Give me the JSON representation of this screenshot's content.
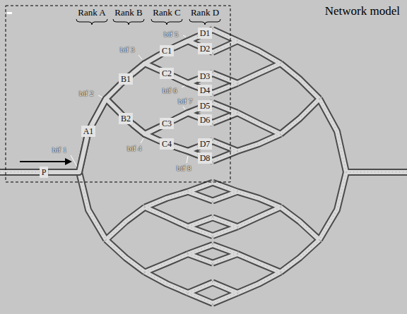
{
  "diagram": {
    "title": "Network model",
    "nodes": [
      {
        "text": [
          "P"
        ]
      },
      {
        "text": [
          "A1"
        ]
      },
      {
        "text": [
          "B1"
        ]
      },
      {
        "text": [
          "B2"
        ]
      },
      {
        "text": [
          "C1"
        ]
      },
      {
        "text": [
          "C2"
        ]
      },
      {
        "text": [
          "C3"
        ]
      },
      {
        "text": [
          "C4"
        ]
      },
      {
        "text": [
          "D1"
        ]
      },
      {
        "text": [
          "D2"
        ]
      },
      {
        "text": [
          "D3"
        ]
      },
      {
        "text": [
          "D4"
        ]
      },
      {
        "text": [
          "D5"
        ]
      },
      {
        "text": [
          "D6"
        ]
      },
      {
        "text": [
          "D7"
        ]
      },
      {
        "text": [
          "D8"
        ]
      }
    ],
    "edges": [
      {
        "from": 0,
        "to": 1,
        "arrow": "none"
      },
      {
        "from": 1,
        "to": 2,
        "arrow": "none"
      },
      {
        "from": 1,
        "to": 3,
        "arrow": "none"
      },
      {
        "from": 2,
        "to": 4,
        "arrow": "none"
      },
      {
        "from": 2,
        "to": 5,
        "arrow": "none"
      },
      {
        "from": 3,
        "to": 6,
        "arrow": "none"
      },
      {
        "from": 3,
        "to": 7,
        "arrow": "none"
      },
      {
        "from": 4,
        "to": 8,
        "arrow": "none"
      },
      {
        "from": 4,
        "to": 9,
        "arrow": "none"
      },
      {
        "from": 5,
        "to": 10,
        "arrow": "none"
      },
      {
        "from": 5,
        "to": 11,
        "arrow": "none"
      },
      {
        "from": 6,
        "to": 12,
        "arrow": "none"
      },
      {
        "from": 6,
        "to": 13,
        "arrow": "none"
      },
      {
        "from": 7,
        "to": 14,
        "arrow": "none"
      },
      {
        "from": 7,
        "to": 15,
        "arrow": "none"
      }
    ],
    "labels": [
      "Rank A",
      "Rank B",
      "Rank C",
      "Rank D",
      "bif 1",
      "bif 2",
      "bif 3",
      "bif 4",
      "bif 5",
      "bif 6",
      "bif 7",
      "bif 8"
    ]
  }
}
